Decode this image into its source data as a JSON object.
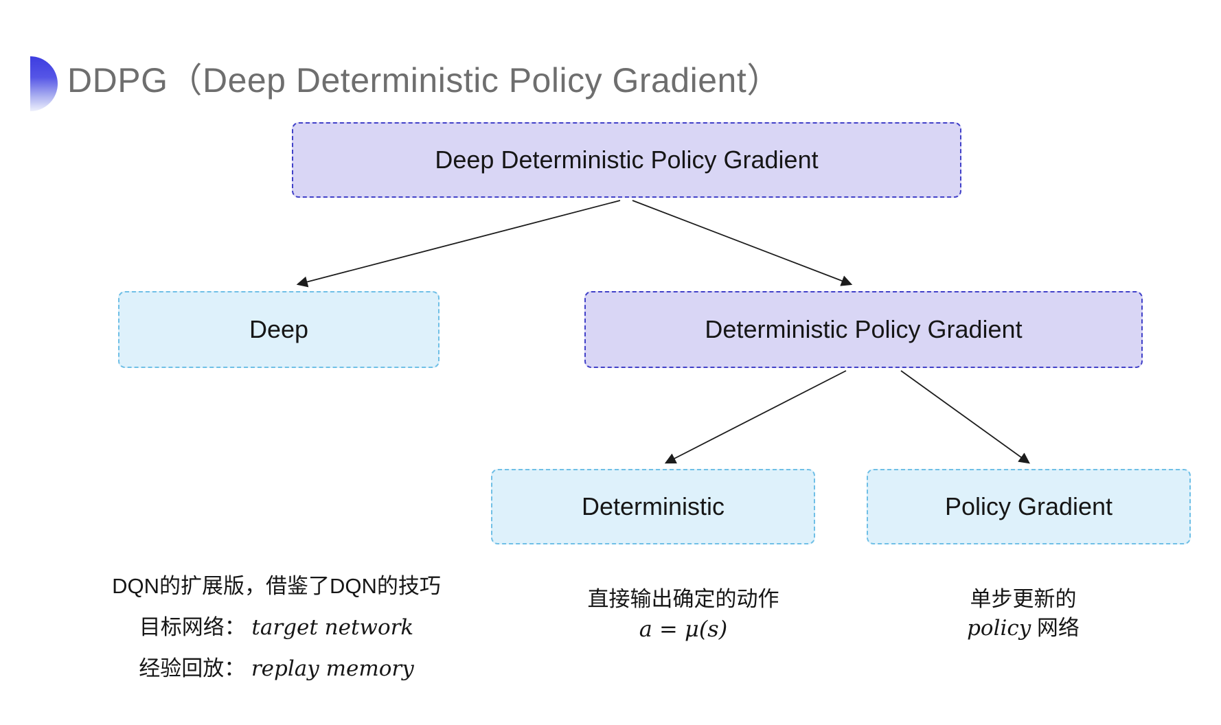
{
  "title": {
    "text": "DDPG（Deep Deterministic Policy Gradient）"
  },
  "tree": {
    "root": {
      "label": "Deep Deterministic Policy Gradient"
    },
    "deep": {
      "label": "Deep"
    },
    "dpg": {
      "label": "Deterministic Policy Gradient"
    },
    "deterministic": {
      "label": "Deterministic"
    },
    "policy_gradient": {
      "label": "Policy Gradient"
    }
  },
  "annotations": {
    "deep": {
      "line1": "DQN的扩展版，借鉴了DQN的技巧",
      "line2_label": "目标网络：",
      "line2_value": "target network",
      "line3_label": "经验回放：",
      "line3_value": "replay memory"
    },
    "deterministic": {
      "line1": "直接输出确定的动作",
      "formula": "a = μ(s)"
    },
    "policy_gradient": {
      "line1": "单步更新的",
      "italic_word": "policy",
      "suffix": " 网络"
    }
  },
  "colors": {
    "purple_fill": "#d9d6f5",
    "purple_border": "#4040c8",
    "cyan_fill": "#def1fb",
    "cyan_border": "#6fbfe6",
    "title_gray": "#6e6e6e",
    "text_black": "#161616",
    "accent_blue": "#3d3de0",
    "arrow_color": "#1c1c1c"
  }
}
